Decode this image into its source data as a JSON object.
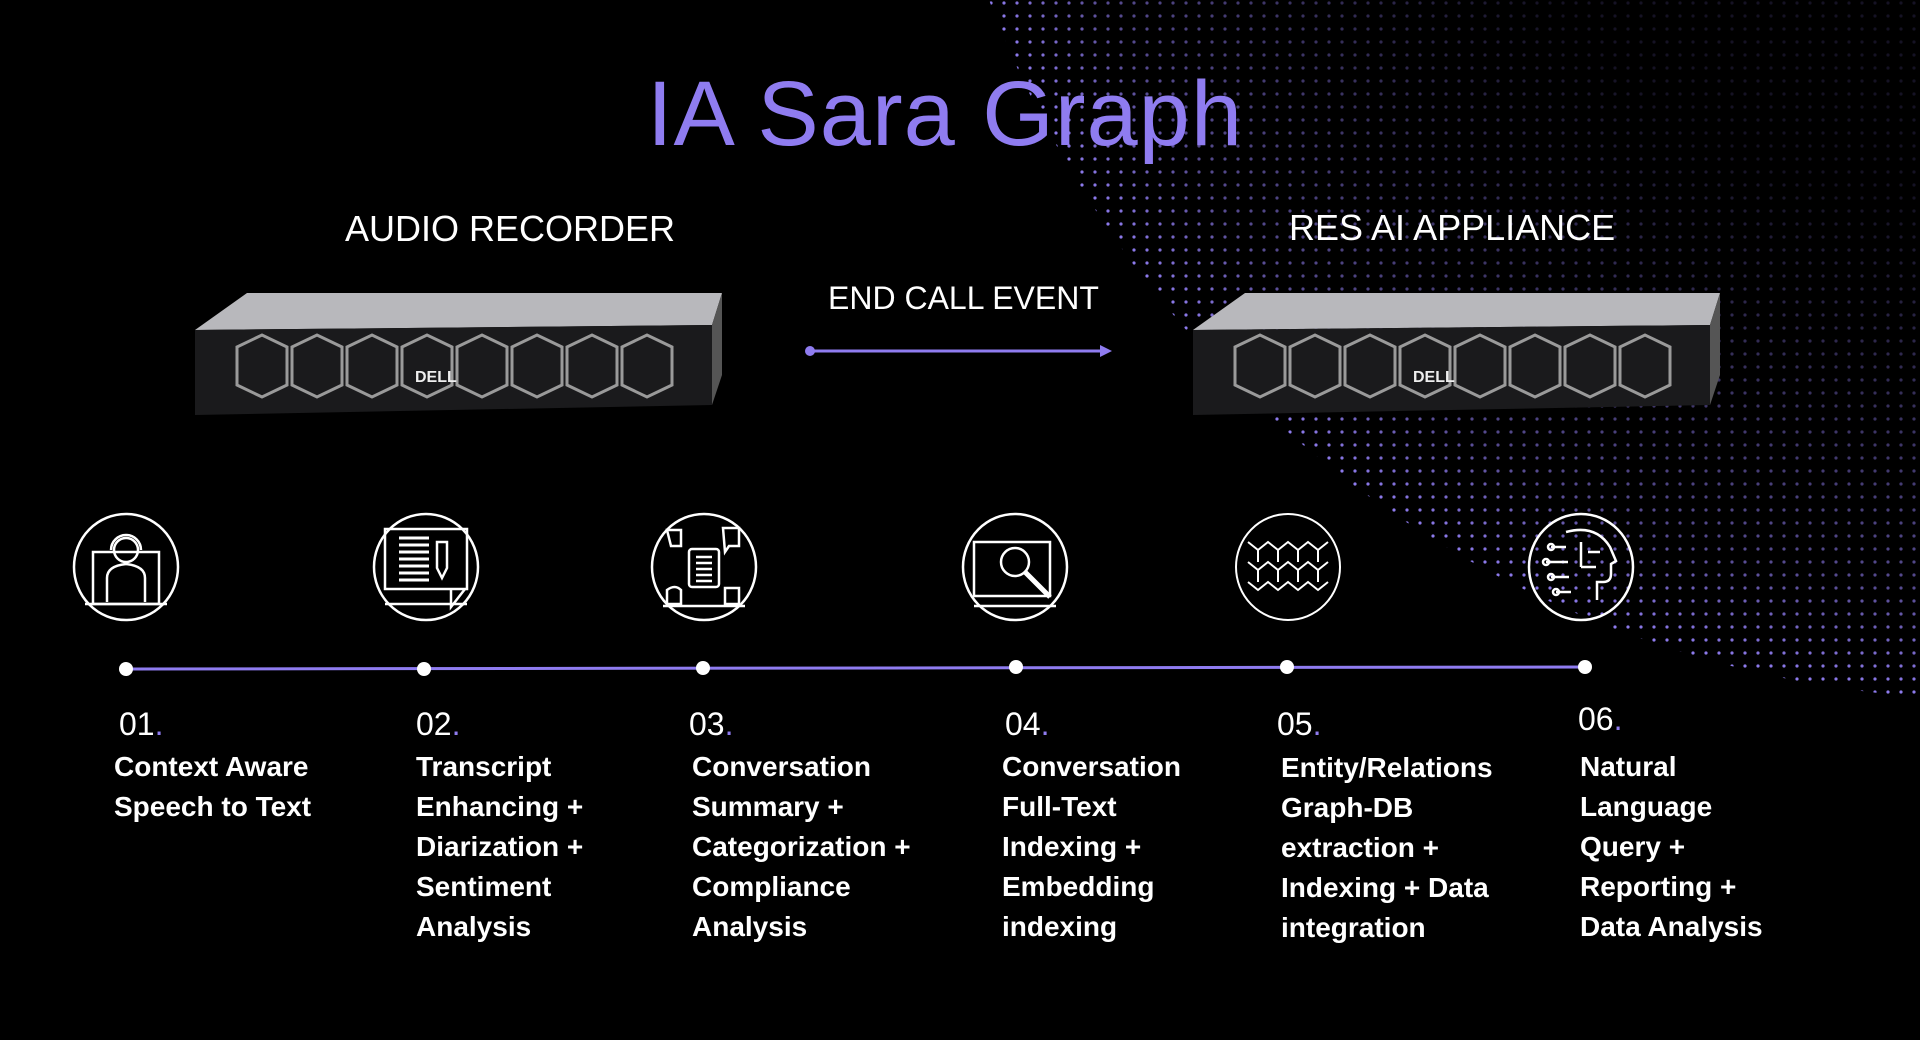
{
  "title": "IA Sara Graph",
  "left_device": {
    "label": "AUDIO RECORDER",
    "brand": "DELL"
  },
  "right_device": {
    "label": "RES AI APPLIANCE",
    "brand": "DELL"
  },
  "event": {
    "label": "END CALL EVENT"
  },
  "accent_color": "#8f7cf0",
  "steps": [
    {
      "number": "01",
      "icon": "headset-agent-icon",
      "lines": [
        "Context Aware",
        "Speech to Text"
      ]
    },
    {
      "number": "02",
      "icon": "document-edit-icon",
      "lines": [
        "Transcript",
        "Enhancing +",
        "Diarization +",
        "Sentiment",
        "Analysis"
      ]
    },
    {
      "number": "03",
      "icon": "chat-summary-icon",
      "lines": [
        "Conversation",
        "Summary +",
        "Categorization +",
        "Compliance",
        "Analysis"
      ]
    },
    {
      "number": "04",
      "icon": "search-monitor-icon",
      "lines": [
        "Conversation",
        "Full-Text",
        "Indexing +",
        "Embedding",
        "indexing"
      ]
    },
    {
      "number": "05",
      "icon": "graph-network-icon",
      "lines": [
        "Entity/Relations",
        "Graph-DB",
        "extraction +",
        "Indexing + Data",
        "integration"
      ]
    },
    {
      "number": "06",
      "icon": "ai-brain-icon",
      "lines": [
        "Natural",
        "Language",
        "Query +",
        "Reporting +",
        "Data Analysis"
      ]
    }
  ]
}
